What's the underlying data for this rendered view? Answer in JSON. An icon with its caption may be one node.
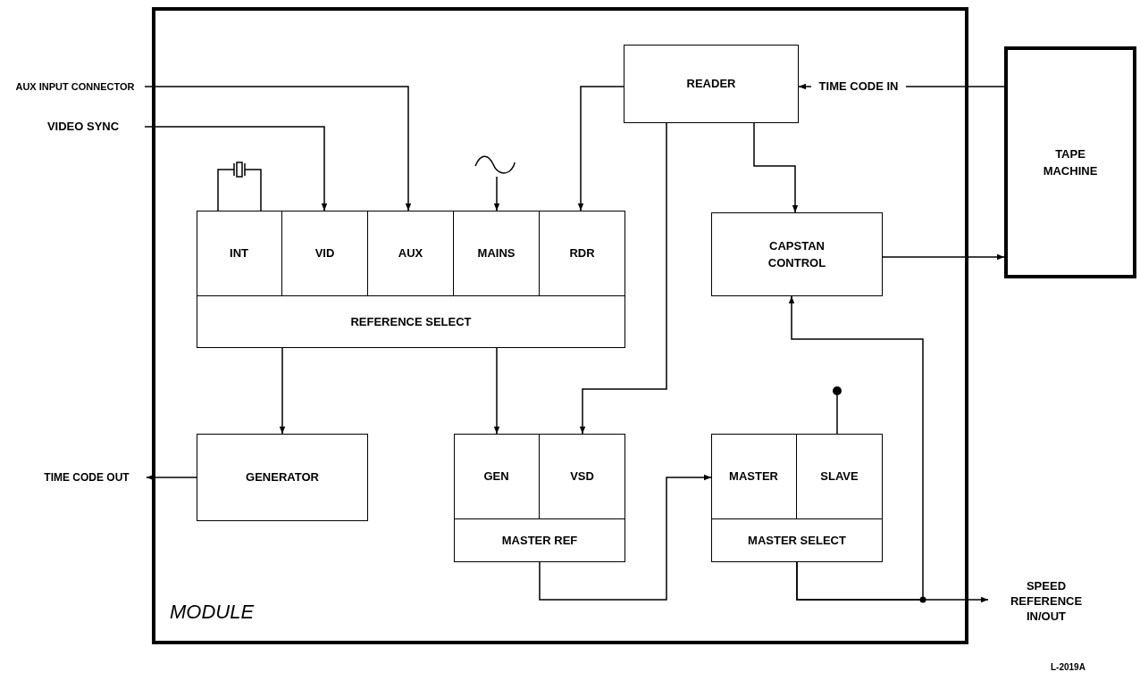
{
  "diagram": {
    "nodes": [
      {
        "text": [
          "MODULE"
        ]
      },
      {
        "text": [
          "AUX INPUT CONNECTOR"
        ]
      },
      {
        "text": [
          "VIDEO SYNC"
        ]
      },
      {
        "text": [
          "REFERENCE SELECT"
        ],
        "in": 0
      },
      {
        "text": [
          "INT"
        ],
        "in": 3
      },
      {
        "text": [
          "VID"
        ],
        "in": 3
      },
      {
        "text": [
          "AUX"
        ],
        "in": 3
      },
      {
        "text": [
          "MAINS"
        ],
        "in": 3
      },
      {
        "text": [
          "RDR"
        ],
        "in": 3
      },
      {
        "text": [],
        "shape": "picture",
        "in": 0
      },
      {
        "text": [],
        "shape": "picture",
        "in": 0
      },
      {
        "text": [
          "READER"
        ],
        "in": 0
      },
      {
        "text": [
          "CAPSTAN CONTROL"
        ],
        "in": 0
      },
      {
        "text": [
          "TAPE MACHINE"
        ]
      },
      {
        "text": [
          "TIME CODE IN"
        ],
        "in": 0
      },
      {
        "text": [
          "GENERATOR"
        ],
        "in": 0
      },
      {
        "text": [
          "TIME CODE OUT"
        ]
      },
      {
        "text": [
          "MASTER REF"
        ],
        "in": 0
      },
      {
        "text": [
          "GEN"
        ],
        "in": 17
      },
      {
        "text": [
          "VSD"
        ],
        "in": 17
      },
      {
        "text": [
          "MASTER SELECT"
        ],
        "in": 0
      },
      {
        "text": [
          "MASTER"
        ],
        "in": 20
      },
      {
        "text": [
          "SLAVE"
        ],
        "in": 20
      },
      {
        "text": [],
        "shape": "circle",
        "in": 0
      },
      {
        "text": [
          "SPEED REFERENCE IN/OUT"
        ]
      }
    ],
    "edges": [
      {
        "from": 1,
        "to": 6,
        "arrow": "to"
      },
      {
        "from": 2,
        "to": 5,
        "arrow": "to"
      },
      {
        "from": 11,
        "to": 8,
        "arrow": "to"
      },
      {
        "from": 11,
        "to": 12,
        "arrow": "to"
      },
      {
        "from": 11,
        "to": 19,
        "arrow": "to"
      },
      {
        "from": 10,
        "to": 7,
        "arrow": "to"
      },
      {
        "from": 9,
        "to": 4,
        "arrow": "none"
      },
      {
        "from": 3,
        "to": 15,
        "arrow": "to"
      },
      {
        "from": 3,
        "to": 18,
        "arrow": "to"
      },
      {
        "from": 17,
        "to": 21,
        "arrow": "to"
      },
      {
        "from": 20,
        "to": 24,
        "arrow": "to"
      },
      {
        "from": 20,
        "to": 12,
        "arrow": "to"
      },
      {
        "from": 12,
        "to": 13,
        "arrow": "to"
      },
      {
        "from": 13,
        "to": 14,
        "arrow": "none"
      },
      {
        "from": 14,
        "to": 11,
        "arrow": "to"
      },
      {
        "from": 15,
        "to": 16,
        "arrow": "to"
      },
      {
        "from": 23,
        "to": 22,
        "arrow": "none"
      }
    ],
    "labels": [
      "L-2019A"
    ]
  }
}
